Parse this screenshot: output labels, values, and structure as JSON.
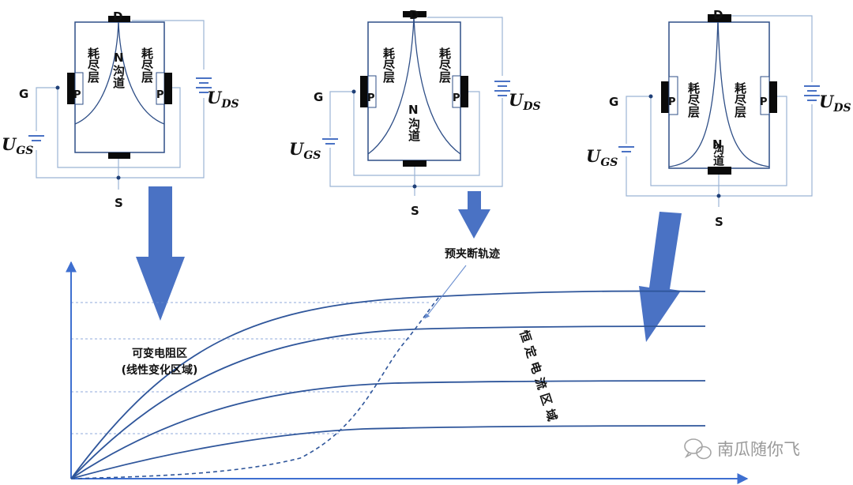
{
  "colors": {
    "wire": "#9bb3d4",
    "box": "#2f4f87",
    "curve": "#2f569b",
    "arrow": "#4a72c4",
    "guide": "#6b8fd0",
    "axis": "#3e6fd0",
    "plate": "#0a0a0a",
    "watermark": "#9a9a9a"
  },
  "device_left": {
    "drain": "D",
    "gate": "G",
    "source": "S",
    "channel": "N",
    "channel_word": "沟道",
    "depletion_word": "耗尽层",
    "p_left": "P",
    "p_right": "P",
    "ugs": "U",
    "ugs_sub": "GS",
    "uds": "U",
    "uds_sub": "DS"
  },
  "device_mid": {
    "drain": "D",
    "gate": "G",
    "source": "S",
    "channel": "N",
    "channel_word": "沟道",
    "depletion_word": "耗尽层",
    "p_left": "P",
    "p_right": "P",
    "ugs": "U",
    "ugs_sub": "GS",
    "uds": "U",
    "uds_sub": "DS"
  },
  "device_right": {
    "drain": "D",
    "gate": "G",
    "source": "S",
    "channel": "N",
    "channel_word": "沟道",
    "depletion_word": "耗尽层",
    "p_left": "P",
    "p_right": "P",
    "ugs": "U",
    "ugs_sub": "GS",
    "uds": "U",
    "uds_sub": "DS"
  },
  "annotations": {
    "pinchoff": "预夹断轨迹",
    "variable_line1": "可变电阻区",
    "variable_line2": "(线性变化区域)",
    "constant_region": "恒定电流区域"
  },
  "watermark": {
    "text": "南瓜随你飞",
    "icon": "wechat-icon"
  }
}
